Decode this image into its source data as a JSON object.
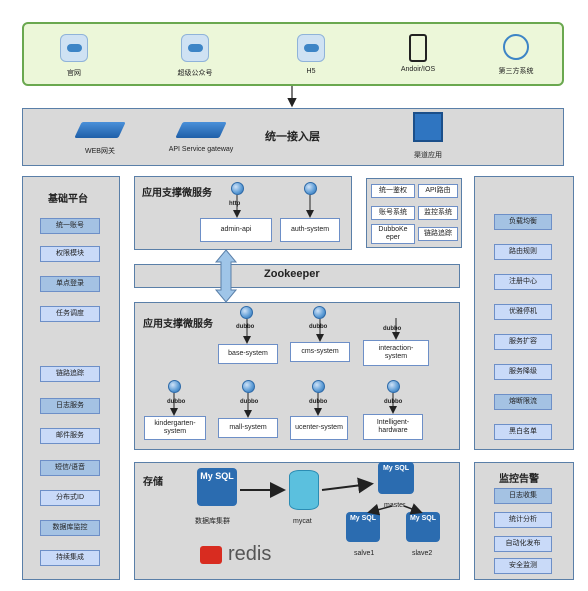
{
  "clients": {
    "items": [
      {
        "label": "官网",
        "icon": "cloud-icon"
      },
      {
        "label": "超级公众号",
        "icon": "cloud-icon"
      },
      {
        "label": "H5",
        "icon": "cloud-icon"
      },
      {
        "label": "Andoir/IOS",
        "icon": "tablet-icon"
      },
      {
        "label": "第三方系统",
        "icon": "cloud-outline-icon"
      }
    ]
  },
  "gateway": {
    "title": "统一接入层",
    "web_gateway": "WEB网关",
    "api_gateway": "API Service gateway",
    "channel_app": "渠道应用"
  },
  "left_sidebar": {
    "title": "基础平台",
    "items": [
      "统一账号",
      "权限模块",
      "单点登录",
      "任务调度",
      "链路追踪",
      "日志服务",
      "邮件服务",
      "短信/语音",
      "分布式ID",
      "数据库监控",
      "持续集成"
    ]
  },
  "support_services": {
    "title": "应用支撑微服务",
    "protocol": "http",
    "nodes": [
      "admin-api",
      "auth-system"
    ]
  },
  "common_functions": [
    "统一鉴权",
    "API路由",
    "账号系统",
    "监控系统",
    "DubboKeeper",
    "链路追踪"
  ],
  "zookeeper": "Zookeeper",
  "app_services": {
    "title": "应用支撑微服务",
    "protocol": "dubbo",
    "row1": [
      "base-system",
      "cms-system",
      "interaction-system"
    ],
    "row2": [
      "kindergarten-system",
      "mall-system",
      "ucenter-system",
      "Intelligent-hardware"
    ]
  },
  "storage": {
    "title": "存储",
    "mysql": "My SQL",
    "cluster_label": "数据库集群",
    "mycat_label": "mycat",
    "master_label": "master",
    "slave1_label": "salve1",
    "slave2_label": "slave2",
    "redis_label": "redis"
  },
  "right_sidebar": {
    "items": [
      "负载均衡",
      "路由规则",
      "注册中心",
      "优雅停机",
      "服务扩容",
      "服务降级",
      "熔断限流",
      "黑白名单"
    ]
  },
  "monitoring": {
    "title": "监控告警",
    "items": [
      "日志收集",
      "统计分析",
      "自动化发布",
      "安全监测"
    ]
  },
  "colors": {
    "panel_bg": "#d9d9d9",
    "panel_border": "#5a7fa8",
    "button_bg": "#c9daf8",
    "top_bg": "#ecf7d9",
    "top_border": "#6aa84f",
    "accent": "#2b6cb0"
  }
}
